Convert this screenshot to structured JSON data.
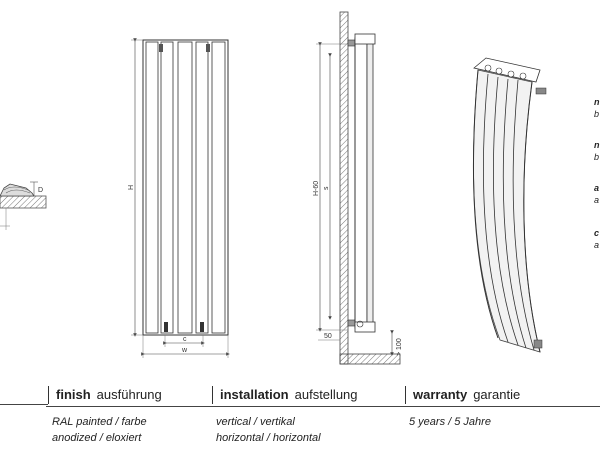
{
  "drawing": {
    "dim_D": "D",
    "dim_H": "H",
    "dim_c": "c",
    "dim_w": "w",
    "dim_H60": "H-60",
    "dim_s": "s",
    "dim_50": "50",
    "dim_100": "> 100"
  },
  "side_notes": [
    {
      "a": "n",
      "b": "b"
    },
    {
      "a": "n",
      "b": "b"
    },
    {
      "a": "a",
      "b": "a"
    },
    {
      "a": "c",
      "b": "a"
    }
  ],
  "specs": {
    "finish": {
      "title": "finish",
      "title_de": "ausführung",
      "lines": [
        "RAL painted / farbe",
        "anodized / eloxiert"
      ]
    },
    "installation": {
      "title": "installation",
      "title_de": "aufstellung",
      "lines": [
        "vertical / vertikal",
        "horizontal / horizontal"
      ]
    },
    "warranty": {
      "title": "warranty",
      "title_de": "garantie",
      "lines": [
        "5 years / 5 Jahre"
      ]
    }
  }
}
